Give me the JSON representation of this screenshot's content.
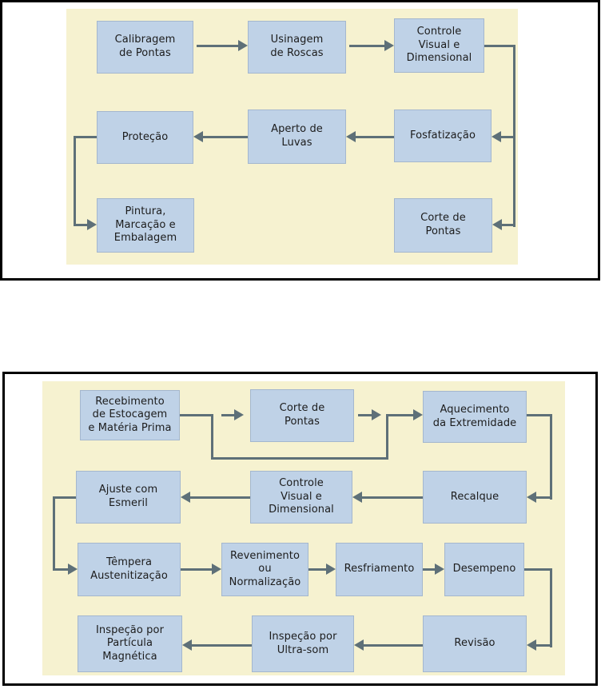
{
  "colors": {
    "canvas_bg": "#f6f2d0",
    "box_bg": "#bfd2e7",
    "arrow": "#5e7078",
    "panel_border": "#000000",
    "text": "#1c1c1c"
  },
  "diagram1": {
    "boxes": [
      {
        "label": "Calibragem\nde Pontas"
      },
      {
        "label": "Usinagem\nde Roscas"
      },
      {
        "label": "Controle\nVisual e\nDimensional"
      },
      {
        "label": "Proteção"
      },
      {
        "label": "Aperto de\nLuvas"
      },
      {
        "label": "Fosfatização"
      },
      {
        "label": "Pintura,\nMarcação e\nEmbalagem"
      },
      {
        "label": "Corte de\nPontas"
      }
    ]
  },
  "diagram2": {
    "boxes": [
      {
        "label": "Recebimento\nde Estocagem\ne Matéria Prima"
      },
      {
        "label": "Corte de\nPontas"
      },
      {
        "label": "Aquecimento\nda Extremidade"
      },
      {
        "label": "Ajuste com\nEsmeril"
      },
      {
        "label": "Controle\nVisual e\nDimensional"
      },
      {
        "label": "Recalque"
      },
      {
        "label": "Têmpera\nAustenitização"
      },
      {
        "label": "Revenimento\nou\nNormalização"
      },
      {
        "label": "Resfriamento"
      },
      {
        "label": "Desempeno"
      },
      {
        "label": "Inspeção por\nPartícula\nMagnética"
      },
      {
        "label": "Inspeção por\nUltra-som"
      },
      {
        "label": "Revisão"
      }
    ]
  }
}
